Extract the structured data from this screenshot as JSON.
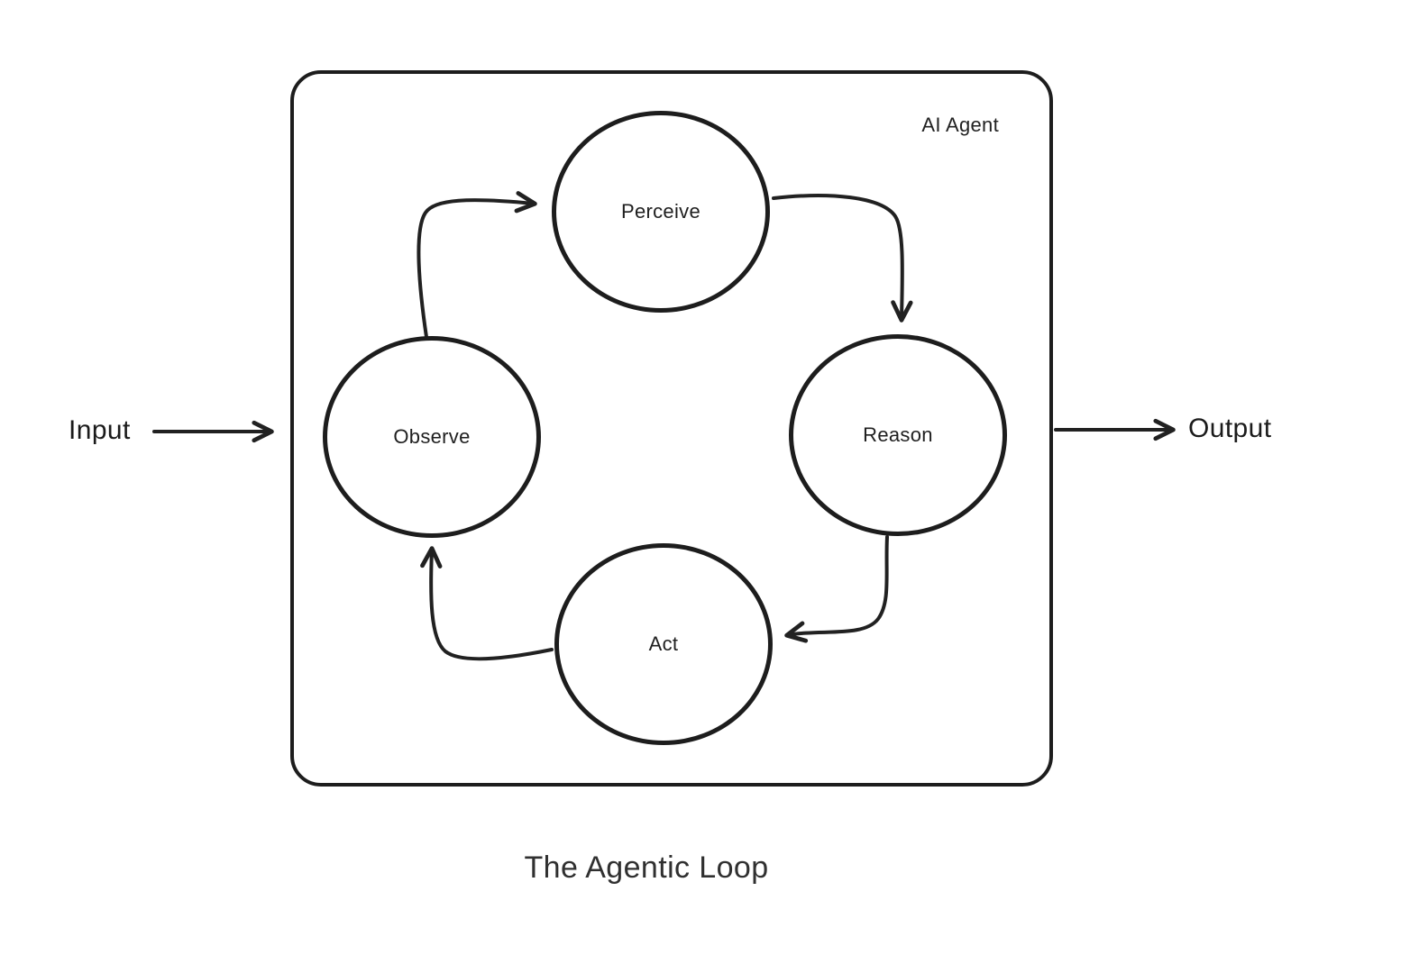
{
  "diagram": {
    "title": "The Agentic Loop",
    "container_label": "AI Agent",
    "input_label": "Input",
    "output_label": "Output",
    "nodes": [
      {
        "id": "perceive",
        "label": "Perceive"
      },
      {
        "id": "observe",
        "label": "Observe"
      },
      {
        "id": "reason",
        "label": "Reason"
      },
      {
        "id": "act",
        "label": "Act"
      }
    ],
    "edges": [
      {
        "from": "Input",
        "to": "AI Agent"
      },
      {
        "from": "Observe",
        "to": "Perceive"
      },
      {
        "from": "Perceive",
        "to": "Reason"
      },
      {
        "from": "Reason",
        "to": "Act"
      },
      {
        "from": "Act",
        "to": "Observe"
      },
      {
        "from": "AI Agent",
        "to": "Output"
      }
    ],
    "colors": {
      "stroke": "#212121",
      "text": "#1f1f1f",
      "background": "#ffffff"
    }
  }
}
